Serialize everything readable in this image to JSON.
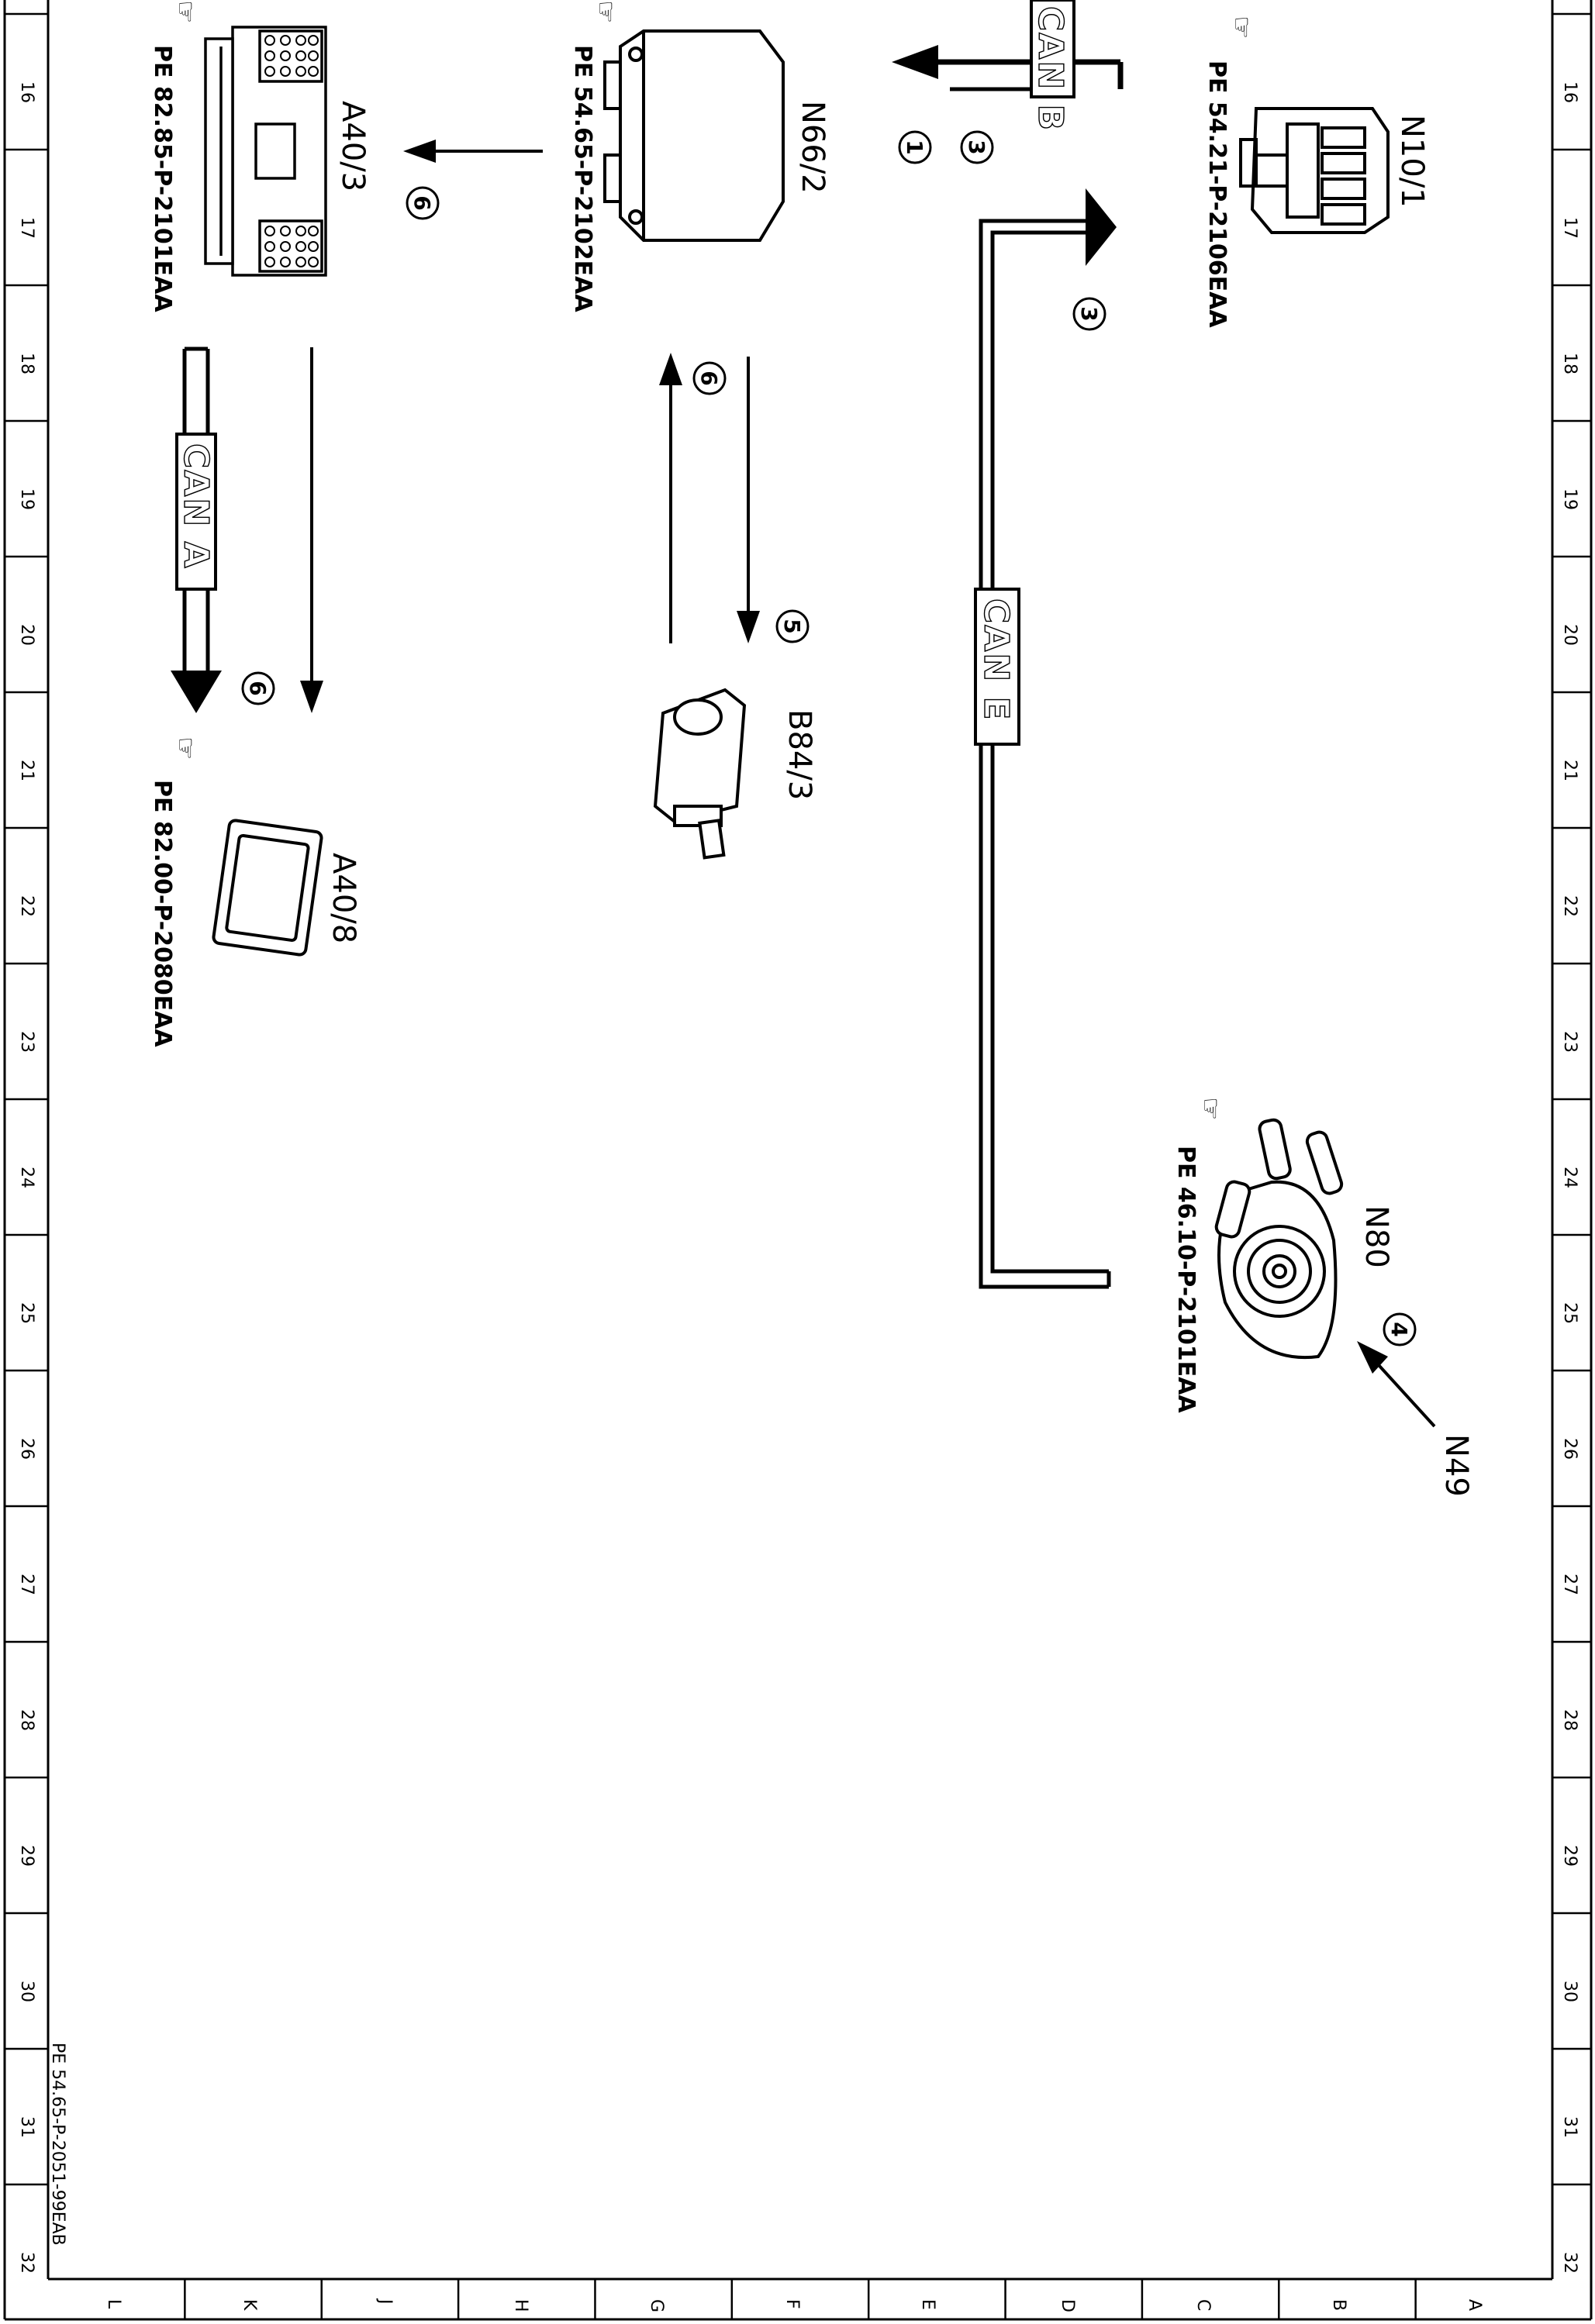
{
  "diagram": {
    "components": [
      {
        "id": "N10/1",
        "ref": "PE 54.21-P-2106EAA"
      },
      {
        "id": "N66/2",
        "ref": "PE 54.65-P-2102EAA"
      },
      {
        "id": "A40/3",
        "ref": "PE 82.85-P-2101EAA"
      },
      {
        "id": "B84/3",
        "ref": ""
      },
      {
        "id": "A40/8",
        "ref": "PE 82.00-P-2080EAA"
      },
      {
        "id": "N80",
        "ref": "PE 46.10-P-2101EAA"
      },
      {
        "id": "N49",
        "ref": ""
      }
    ],
    "buses": [
      "CAN B",
      "CAN E",
      "CAN A"
    ],
    "step_numbers": {
      "canb_3": "3",
      "canb_1": "1",
      "cane_3": "3",
      "n66_a40_6": "6",
      "n66_b84_6": "6",
      "b84_n66_5": "5",
      "cana_6": "6",
      "n49_4": "4"
    },
    "grid": {
      "columns": [
        "16",
        "17",
        "18",
        "19",
        "20",
        "21",
        "22",
        "23",
        "24",
        "25",
        "26",
        "27",
        "28",
        "29",
        "30",
        "31",
        "32"
      ],
      "rows": [
        "L",
        "K",
        "J",
        "H",
        "G",
        "F",
        "E",
        "D",
        "C",
        "B",
        "A"
      ]
    },
    "document_id": "PE 54.65-P-2051-99EAB"
  }
}
